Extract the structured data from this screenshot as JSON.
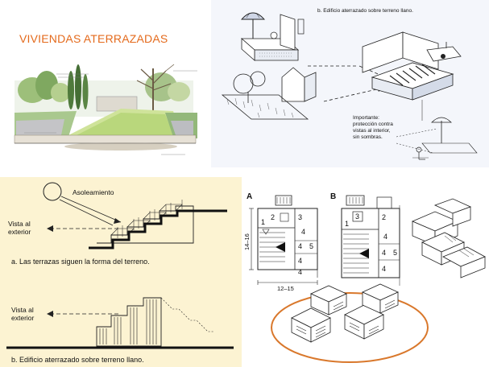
{
  "title": "VIVIENDAS ATERRAZADAS",
  "sketch": {
    "caption": "b.  Edificio aterrazado sobre terreno llano.",
    "note_line1": "Importante:",
    "note_line2": "protección contra",
    "note_line3": "vistas al interior,",
    "note_line4": "sin sombras."
  },
  "sections": {
    "sun_label": "Asoleamiento",
    "view_a_line1": "Vista al",
    "view_a_line2": "exterior",
    "caption_a": "a.  Las terrazas siguen la forma del terreno.",
    "view_b_line1": "Vista al",
    "view_b_line2": "exterior",
    "caption_b": "b.  Edificio aterrazado sobre terreno llano."
  },
  "plans": {
    "label_a": "A",
    "label_b": "B",
    "dim_vertical": "14–16",
    "dim_horizontal": "12–15",
    "plan_a_numbers": [
      "2",
      "3",
      "1",
      "4",
      "4",
      "4",
      "5",
      "4"
    ],
    "plan_b_numbers": [
      "3",
      "2",
      "1",
      "4",
      "4",
      "5",
      "4"
    ]
  },
  "colors": {
    "title": "#e46a1c",
    "ellipse": "#d9782c",
    "sections_bg": "#fcf3d2"
  }
}
